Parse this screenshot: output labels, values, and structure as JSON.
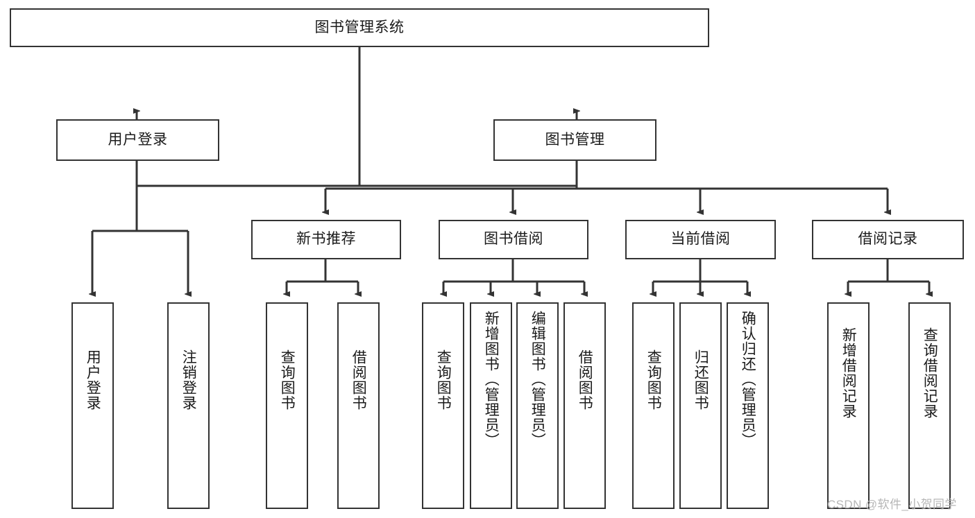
{
  "diagram": {
    "title": "图书管理系统",
    "type": "hierarchy-tree",
    "root": {
      "id": "root",
      "label": "图书管理系统"
    },
    "level1": [
      {
        "id": "user-login",
        "label": "用户登录"
      },
      {
        "id": "book-management",
        "label": "图书管理"
      }
    ],
    "level2": [
      {
        "id": "new-book-recommend",
        "label": "新书推荐",
        "parent": "book-management"
      },
      {
        "id": "book-borrow",
        "label": "图书借阅",
        "parent": "book-management"
      },
      {
        "id": "current-borrow",
        "label": "当前借阅",
        "parent": "book-management"
      },
      {
        "id": "borrow-record",
        "label": "借阅记录",
        "parent": "book-management"
      }
    ],
    "leaves": [
      {
        "id": "leaf-user-login",
        "label": "用户登录",
        "parent": "user-login"
      },
      {
        "id": "leaf-logout-login",
        "label": "注销登录",
        "parent": "user-login"
      },
      {
        "id": "leaf-query-book-1",
        "label": "查询图书",
        "parent": "new-book-recommend"
      },
      {
        "id": "leaf-borrow-book-1",
        "label": "借阅图书",
        "parent": "new-book-recommend"
      },
      {
        "id": "leaf-query-book-2",
        "label": "查询图书",
        "parent": "book-borrow"
      },
      {
        "id": "leaf-add-book",
        "label": "新增图书（管理员）",
        "parent": "book-borrow"
      },
      {
        "id": "leaf-edit-book",
        "label": "编辑图书（管理员）",
        "parent": "book-borrow"
      },
      {
        "id": "leaf-borrow-book-2",
        "label": "借阅图书",
        "parent": "book-borrow"
      },
      {
        "id": "leaf-query-book-3",
        "label": "查询图书",
        "parent": "current-borrow"
      },
      {
        "id": "leaf-return-book",
        "label": "归还图书",
        "parent": "current-borrow"
      },
      {
        "id": "leaf-confirm-return",
        "label": "确认归还（管理员）",
        "parent": "current-borrow"
      },
      {
        "id": "leaf-add-record",
        "label": "新增借阅记录",
        "parent": "borrow-record"
      },
      {
        "id": "leaf-query-record",
        "label": "查询借阅记录",
        "parent": "borrow-record"
      }
    ]
  },
  "watermark": {
    "text": "CSDN @软件_小贺同学"
  },
  "colors": {
    "stroke": "#333333",
    "background": "#ffffff",
    "text": "#1a1a1a",
    "watermark": "#b6b6b6"
  }
}
